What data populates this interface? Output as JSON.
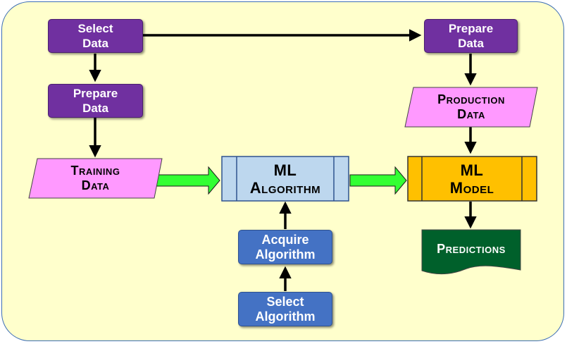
{
  "nodes": {
    "select_data": "Select\nData",
    "prepare_data_left": "Prepare\nData",
    "prepare_data_right": "Prepare\nData",
    "training_data": "Training\nData",
    "production_data": "Production\nData",
    "ml_algorithm": "ML\nAlgorithm",
    "ml_model": "ML\nModel",
    "acquire_algorithm": "Acquire\nAlgorithm",
    "select_algorithm": "Select\nAlgorithm",
    "predictions": "Predictions"
  },
  "colors": {
    "background": "#ffffcc",
    "process_purple": "#7030a0",
    "process_blue": "#4472c4",
    "data_pink": "#ff99ff",
    "algorithm_light_blue": "#bdd7ee",
    "model_gold": "#ffc000",
    "predictions_green": "#00602b",
    "flow_arrow_green": "#33ff33"
  }
}
